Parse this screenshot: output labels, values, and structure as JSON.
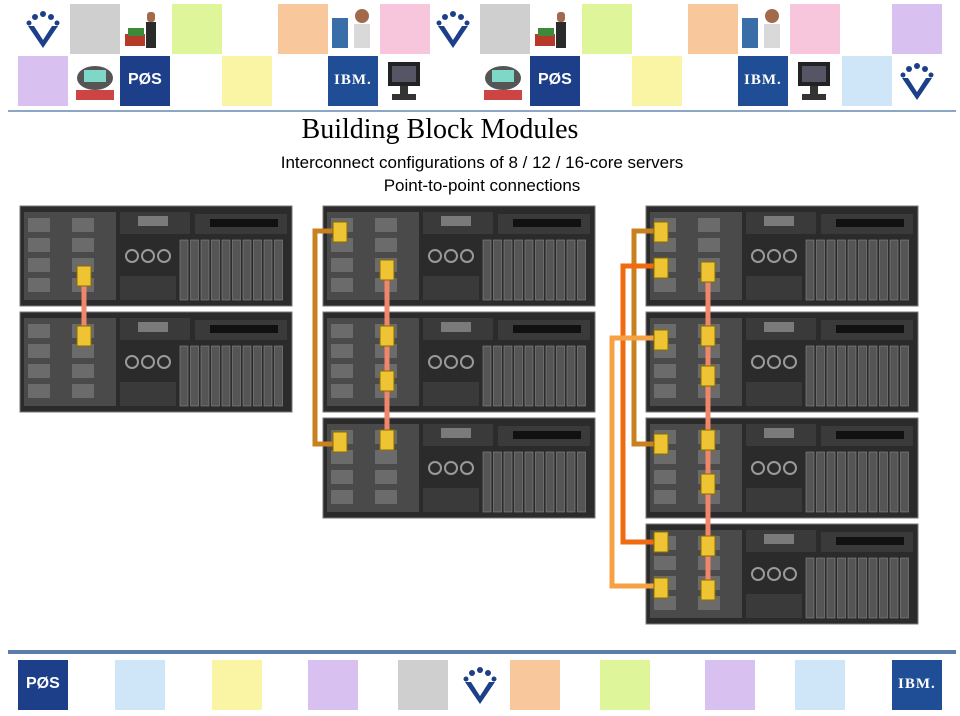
{
  "header": {
    "title": "Building Block Modules",
    "subtitle": "Interconnect configurations of 8 / 12 / 16-core servers",
    "subtitle2": "Point-to-point connections"
  },
  "logos": {
    "pos": "PØS",
    "ibm": "IBM."
  },
  "icons": [
    "pos-logo-icon",
    "ibm-logo-icon",
    "people-logo-icon",
    "shopping-cart-icon",
    "shopper-icon",
    "pos-terminal-icon",
    "cashier-icon"
  ],
  "configurations": [
    {
      "name": "8-core",
      "servers": 2
    },
    {
      "name": "12-core",
      "servers": 3
    },
    {
      "name": "16-core",
      "servers": 4
    }
  ],
  "colors": {
    "link_salmon": "#f0866a",
    "link_brown": "#c9801e",
    "link_orange": "#f06a10",
    "link_light_orange": "#f7a145",
    "connector_yellow": "#eec435",
    "server_dark": "#2b2b2b",
    "tile_lightgreen": "#dff59a",
    "tile_peach": "#f9c79c",
    "tile_pink": "#f7c6dd",
    "tile_lavender": "#d8c1f0",
    "tile_grey": "#cfcfcf",
    "tile_yellow": "#faf5a4",
    "tile_lightblue": "#cfe6f8",
    "brand_blue": "#1d3f8a"
  }
}
